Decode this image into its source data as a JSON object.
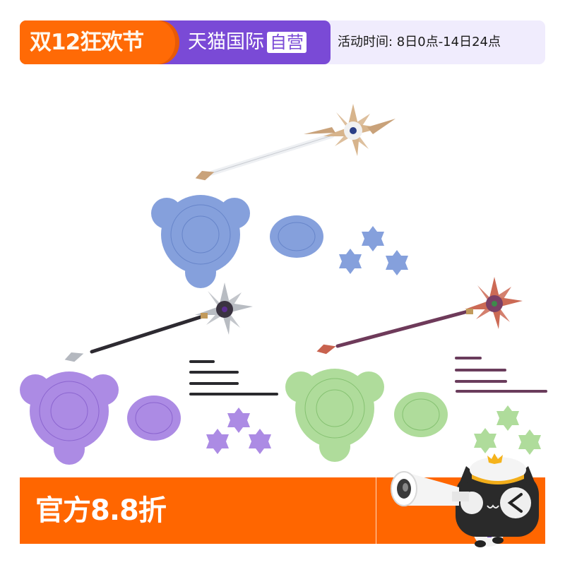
{
  "top_banner": {
    "event_label": "双12狂欢节",
    "brand_label": "天猫国际",
    "self_operated_badge": "自营",
    "activity_time": "活动时间: 8日0点-14日24点",
    "colors": {
      "orange": "#ff6a06",
      "purple": "#7a4ad6",
      "lavender_bg": "#f0ecfd"
    }
  },
  "product_image": {
    "description": "Magic staff accessory set in four color variants with magic circle bases and stands",
    "variants": [
      {
        "name": "gold-white",
        "staff_color": "#c9a27a",
        "base_color": "#6b8fd4"
      },
      {
        "name": "black-silver",
        "staff_color": "#3a3340",
        "base_color": "#a57fe0"
      },
      {
        "name": "red-purple",
        "staff_color": "#c8624e",
        "base_color": "#a6d98c"
      }
    ],
    "base_sets": [
      {
        "color": "blue",
        "hex": "#6f90d6"
      },
      {
        "color": "purple",
        "hex": "#a47fe0"
      },
      {
        "color": "green",
        "hex": "#a8d990"
      }
    ]
  },
  "bottom_banner": {
    "price_label": "官方8.8折",
    "mascot": "tmall-cat-with-telescope",
    "color": "#ff6600"
  }
}
